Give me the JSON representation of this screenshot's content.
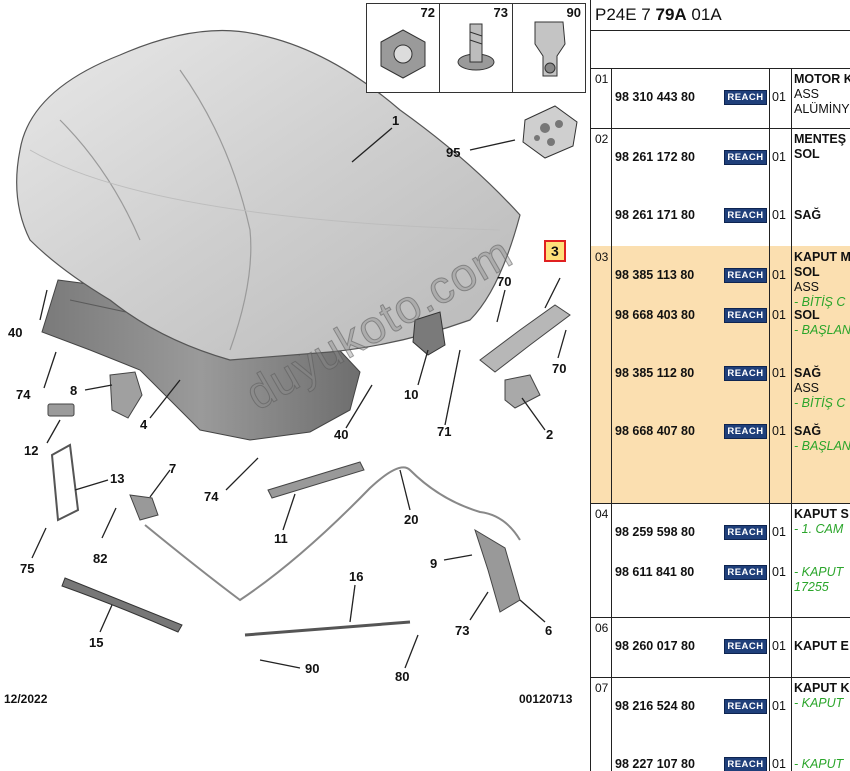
{
  "diagram": {
    "footer_date": "12/2022",
    "footer_id": "00120713",
    "watermark": "duyukoto.com",
    "callouts": [
      "1",
      "95",
      "3",
      "70",
      "70",
      "2",
      "40",
      "74",
      "8",
      "4",
      "12",
      "10",
      "40",
      "71",
      "74",
      "7",
      "13",
      "82",
      "75",
      "11",
      "20",
      "16",
      "9",
      "15",
      "73",
      "6",
      "90",
      "80"
    ],
    "selected_callout": "3",
    "highlight_color": "#e02020",
    "thumbnails": [
      {
        "number": "72",
        "icon": "nut-icon"
      },
      {
        "number": "73",
        "icon": "screw-icon"
      },
      {
        "number": "90",
        "icon": "clip-icon"
      }
    ]
  },
  "parts": {
    "header_prefix": "P24E 7",
    "header_bold": "79A",
    "header_suffix": "01A",
    "reach_label": "REACH",
    "highlight_bg": "#fbdfb0",
    "groups": [
      {
        "no": "01",
        "title": "MOTOR K",
        "rows": [
          {
            "pn": "98 310 443 80",
            "qty": "01",
            "lines": [
              {
                "k": "t",
                "v": "MOTOR K"
              },
              {
                "k": "s",
                "v": "ASS"
              },
              {
                "k": "s",
                "v": "ALÜMİNY"
              }
            ]
          }
        ]
      },
      {
        "no": "02",
        "title": "MENTEŞ",
        "rows": [
          {
            "pn": "98 261 172 80",
            "qty": "01",
            "lines": [
              {
                "k": "t",
                "v": "MENTEŞ"
              },
              {
                "k": "t",
                "v": "SOL"
              }
            ]
          },
          {
            "pn": "98 261 171 80",
            "qty": "01",
            "lines": [
              {
                "k": "t",
                "v": "SAĞ"
              }
            ]
          }
        ]
      },
      {
        "no": "03",
        "title": "KAPUT M",
        "highlight": true,
        "rows": [
          {
            "pn": "98 385 113 80",
            "qty": "01",
            "lines": [
              {
                "k": "t",
                "v": "KAPUT M"
              },
              {
                "k": "t",
                "v": "SOL"
              },
              {
                "k": "s",
                "v": "ASS"
              },
              {
                "k": "g",
                "v": "- BİTİŞ C"
              }
            ]
          },
          {
            "pn": "98 668 403 80",
            "qty": "01",
            "lines": [
              {
                "k": "t",
                "v": "SOL"
              },
              {
                "k": "g",
                "v": "- BAŞLAN"
              }
            ]
          },
          {
            "pn": "98 385 112 80",
            "qty": "01",
            "lines": [
              {
                "k": "t",
                "v": "SAĞ"
              },
              {
                "k": "s",
                "v": "ASS"
              },
              {
                "k": "g",
                "v": "- BİTİŞ C"
              }
            ]
          },
          {
            "pn": "98 668 407 80",
            "qty": "01",
            "lines": [
              {
                "k": "t",
                "v": "SAĞ"
              },
              {
                "k": "g",
                "v": "- BAŞLAN"
              }
            ]
          }
        ]
      },
      {
        "no": "04",
        "title": "KAPUT S",
        "rows": [
          {
            "pn": "98 259 598 80",
            "qty": "01",
            "lines": [
              {
                "k": "t",
                "v": "KAPUT S"
              },
              {
                "k": "g",
                "v": "- 1. CAM"
              }
            ]
          },
          {
            "pn": "98 611 841 80",
            "qty": "01",
            "lines": [
              {
                "k": "g",
                "v": "- KAPUT"
              },
              {
                "k": "g",
                "v": "17255"
              }
            ]
          }
        ]
      },
      {
        "no": "06",
        "title": "KAPUT E",
        "rows": [
          {
            "pn": "98 260 017 80",
            "qty": "01",
            "lines": [
              {
                "k": "t",
                "v": "KAPUT E"
              }
            ]
          }
        ]
      },
      {
        "no": "07",
        "title": "KAPUT K",
        "rows": [
          {
            "pn": "98 216 524 80",
            "qty": "01",
            "lines": [
              {
                "k": "t",
                "v": "KAPUT K"
              },
              {
                "k": "g",
                "v": "- KAPUT"
              }
            ]
          },
          {
            "pn": "98 227 107 80",
            "qty": "01",
            "lines": [
              {
                "k": "g",
                "v": "- KAPUT"
              }
            ]
          }
        ]
      }
    ]
  }
}
